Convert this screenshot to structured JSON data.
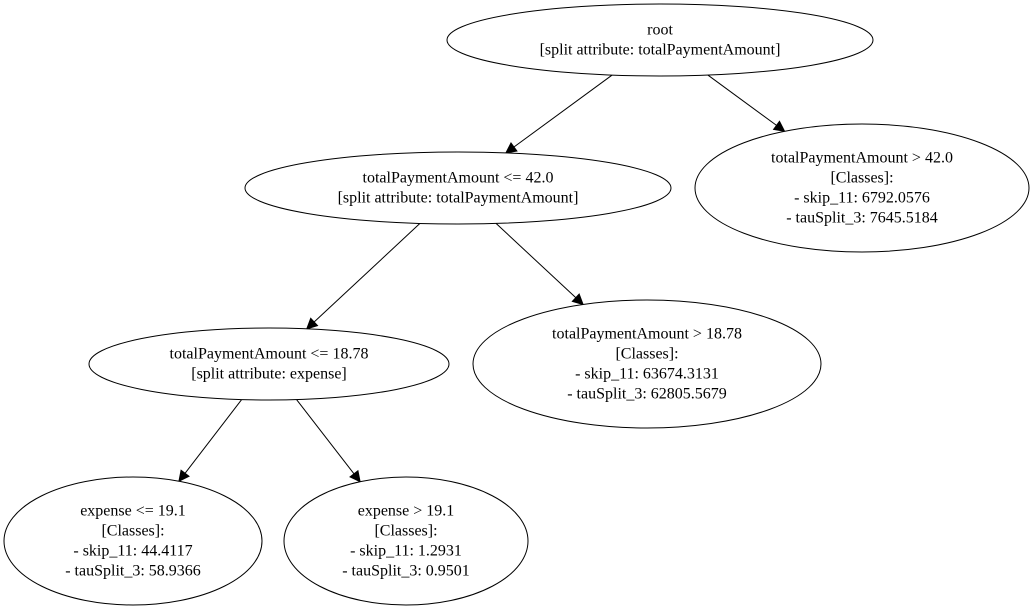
{
  "nodes": [
    {
      "id": "root",
      "lines": [
        "root",
        "[split attribute: totalPaymentAmount]"
      ]
    },
    {
      "id": "n1",
      "lines": [
        "totalPaymentAmount <= 42.0",
        "[split attribute: totalPaymentAmount]"
      ]
    },
    {
      "id": "n2",
      "lines": [
        "totalPaymentAmount > 42.0",
        "[Classes]:",
        "- skip_11: 6792.0576",
        "- tauSplit_3: 7645.5184"
      ]
    },
    {
      "id": "n3",
      "lines": [
        "totalPaymentAmount <= 18.78",
        "[split attribute: expense]"
      ]
    },
    {
      "id": "n4",
      "lines": [
        "totalPaymentAmount > 18.78",
        "[Classes]:",
        "- skip_11: 63674.3131",
        "- tauSplit_3: 62805.5679"
      ]
    },
    {
      "id": "n5",
      "lines": [
        "expense <= 19.1",
        "[Classes]:",
        "- skip_11: 44.4117",
        "- tauSplit_3: 58.9366"
      ]
    },
    {
      "id": "n6",
      "lines": [
        "expense > 19.1",
        "[Classes]:",
        "- skip_11: 1.2931",
        "- tauSplit_3: 0.9501"
      ]
    }
  ],
  "edges": [
    {
      "from": "root",
      "to": "n1"
    },
    {
      "from": "root",
      "to": "n2"
    },
    {
      "from": "n1",
      "to": "n3"
    },
    {
      "from": "n1",
      "to": "n4"
    },
    {
      "from": "n3",
      "to": "n5"
    },
    {
      "from": "n3",
      "to": "n6"
    }
  ]
}
